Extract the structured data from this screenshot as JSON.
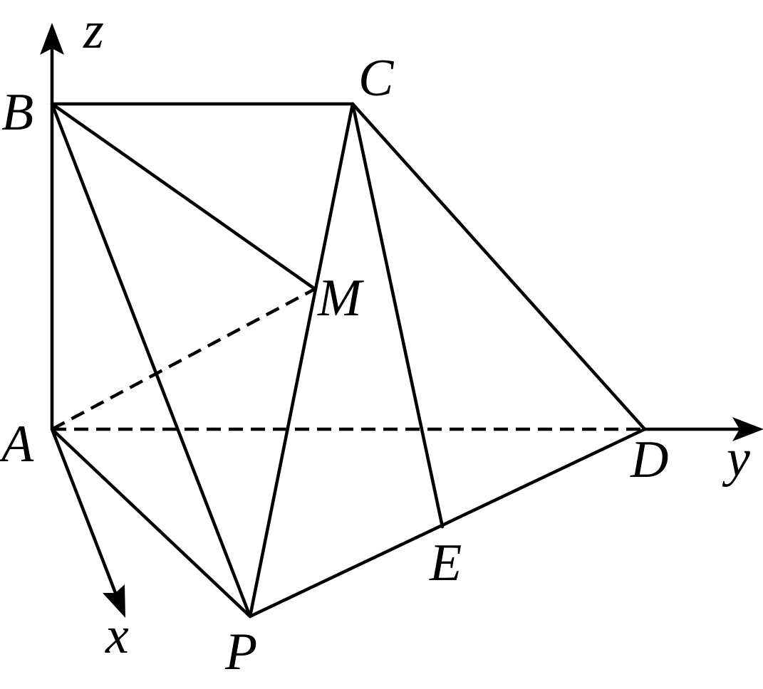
{
  "figure": {
    "points": {
      "A": "A",
      "B": "B",
      "C": "C",
      "D": "D",
      "E": "E",
      "M": "M",
      "P": "P"
    },
    "axes": {
      "x": "x",
      "y": "y",
      "z": "z"
    },
    "segments": [
      {
        "from": "A",
        "to": "B",
        "style": "solid"
      },
      {
        "from": "B",
        "to": "C",
        "style": "solid"
      },
      {
        "from": "C",
        "to": "D",
        "style": "solid"
      },
      {
        "from": "B",
        "to": "P",
        "style": "solid"
      },
      {
        "from": "B",
        "to": "M",
        "style": "solid"
      },
      {
        "from": "C",
        "to": "P",
        "style": "solid"
      },
      {
        "from": "C",
        "to": "E",
        "style": "solid"
      },
      {
        "from": "A",
        "to": "P",
        "style": "solid"
      },
      {
        "from": "P",
        "to": "D",
        "style": "solid"
      },
      {
        "from": "A",
        "to": "M",
        "style": "dashed"
      },
      {
        "from": "A",
        "to": "D",
        "style": "dashed"
      }
    ],
    "colors": {
      "stroke": "#000000",
      "background": "#ffffff"
    }
  }
}
